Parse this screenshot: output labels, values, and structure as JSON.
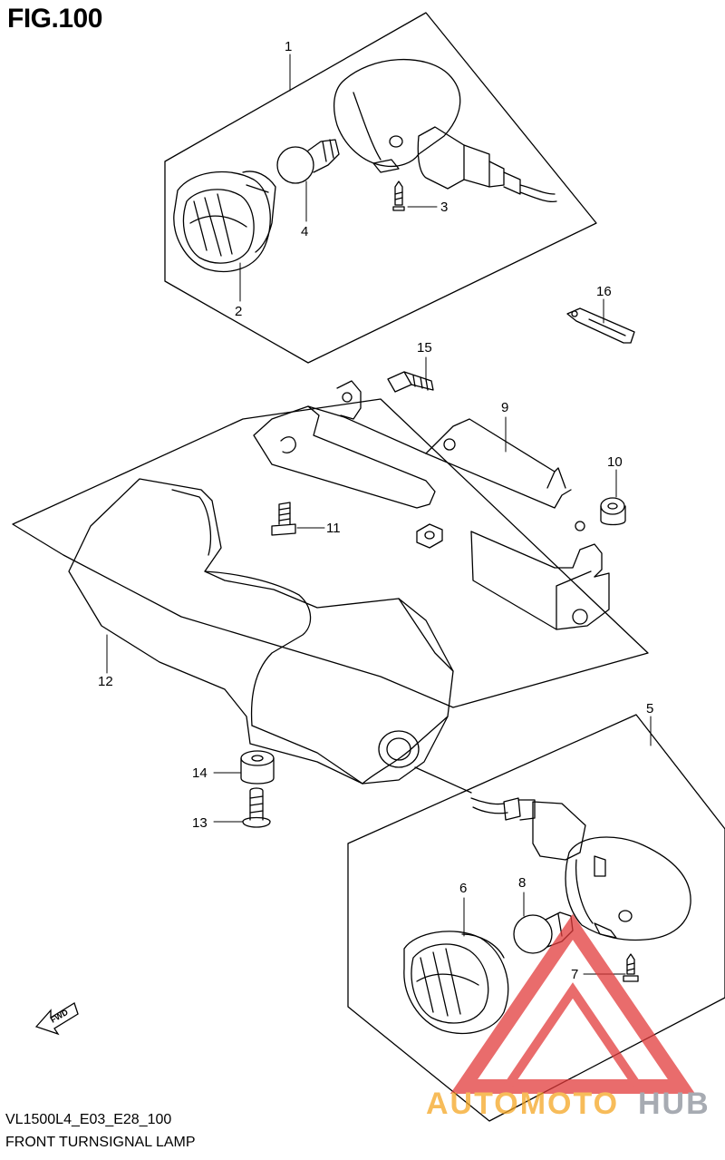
{
  "figure": {
    "title": "FIG.100",
    "model_code": "VL1500L4_E03_E28_100",
    "caption": "FRONT TURNSIGNAL LAMP",
    "direction_label": "FWD"
  },
  "callouts": [
    "1",
    "2",
    "3",
    "4",
    "5",
    "6",
    "7",
    "8",
    "9",
    "10",
    "11",
    "12",
    "13",
    "14",
    "15",
    "16"
  ],
  "watermark": {
    "part_a": "AUTOMOTO",
    "part_b": "HUB",
    "color_a": "#f5a623",
    "color_b": "#8a8f99",
    "triangle_color": "#e23b3b"
  }
}
